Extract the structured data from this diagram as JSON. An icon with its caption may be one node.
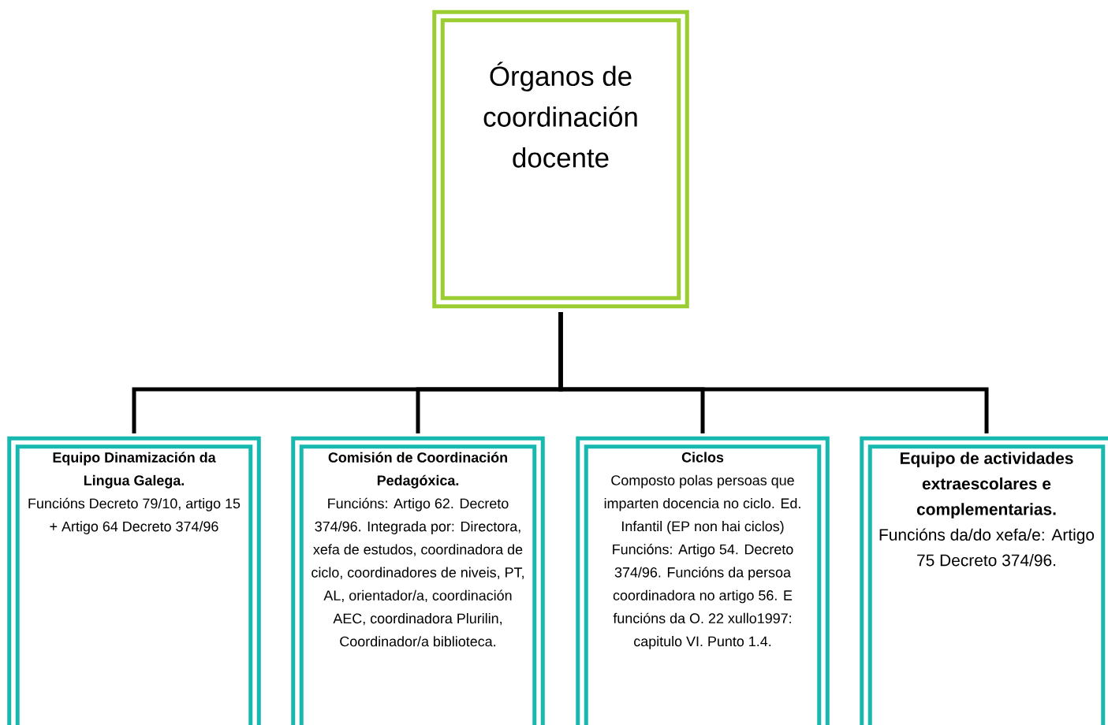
{
  "diagram": {
    "nodes": [
      {
        "text": [
          "Órganos de coordinación docente"
        ]
      },
      {
        "text": [
          "Equipo Dinamización da Lingua Galega.",
          "Funcións Decreto 79/10, artigo 15 + Artigo 64 Decreto 374/96"
        ]
      },
      {
        "text": [
          "Comisión de Coordinación Pedagóxica.",
          "Funcións: Artigo 62. Decreto 374/96. Integrada por: Directora, xefa de estudos, coordinadora de ciclo, coordinadores de niveis, PT, AL, orientador/a, coordinación AEC, coordinadora Plurilin, Coordinador/a biblioteca."
        ]
      },
      {
        "text": [
          "Ciclos",
          "Composto polas persoas que imparten docencia no ciclo. Ed. Infantil (EP non hai ciclos) Funcións: Artigo 54. Decreto 374/96. Funcións da persoa coordinadora no artigo 56. E funcións da O. 22 xullo1997: capitulo VI. Punto 1.4."
        ]
      },
      {
        "text": [
          "Equipo de actividades extraescolares e complementarias.",
          "Funcións da/do xefa/e: Artigo 75 Decreto 374/96."
        ]
      }
    ],
    "edges": [
      {
        "from": 0,
        "to": 1,
        "arrow": "none"
      },
      {
        "from": 0,
        "to": 2,
        "arrow": "none"
      },
      {
        "from": 0,
        "to": 3,
        "arrow": "none"
      },
      {
        "from": 0,
        "to": 4,
        "arrow": "none"
      }
    ]
  }
}
